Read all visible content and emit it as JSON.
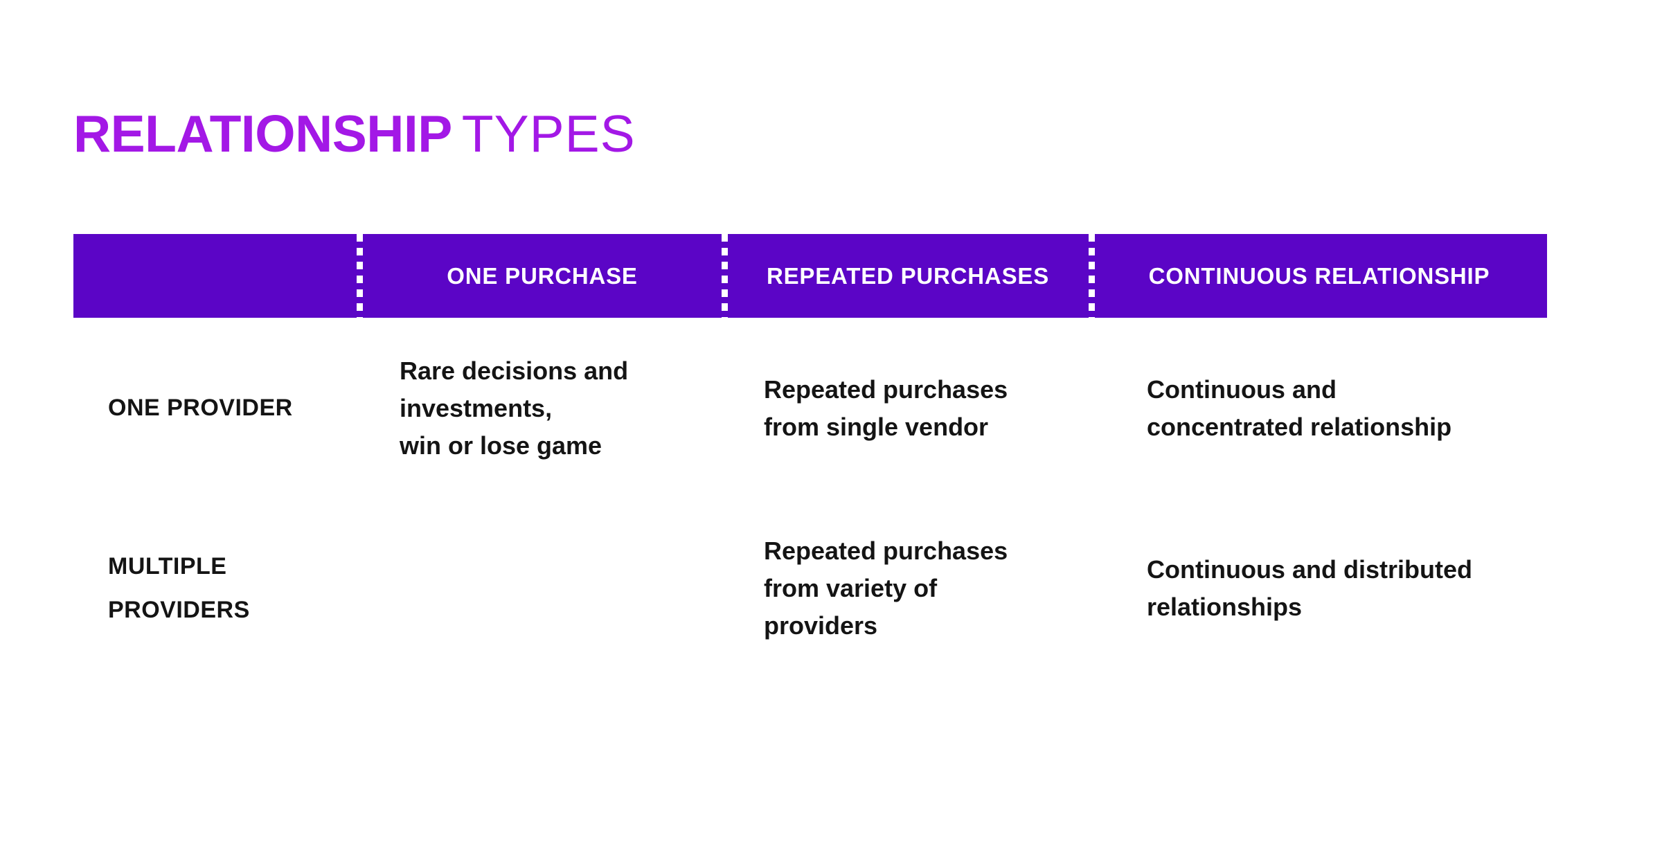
{
  "title": {
    "bold": "RELATIONSHIP",
    "light": "TYPES"
  },
  "table": {
    "column_headers": [
      "",
      "ONE PURCHASE",
      "REPEATED PURCHASES",
      "CONTINUOUS RELATIONSHIP"
    ],
    "rows": [
      {
        "label": "ONE PROVIDER",
        "cells": [
          "Rare decisions and investments,\nwin or lose game",
          "Repeated purchases\nfrom single vendor",
          "Continuous and\nconcentrated relationship"
        ]
      },
      {
        "label": "MULTIPLE\nPROVIDERS",
        "cells": [
          "",
          "Repeated purchases\nfrom variety of\nproviders",
          "Continuous and distributed\nrelationships"
        ]
      }
    ]
  },
  "colors": {
    "title": "#a318e6",
    "header_bg": "#5b05c6",
    "row1_bg": "#edc2f9",
    "row2_bg": "#ae82e2",
    "header_text": "#ffffff",
    "body_text": "#141414",
    "divider": "#ffffff",
    "page_bg": "#ffffff"
  }
}
